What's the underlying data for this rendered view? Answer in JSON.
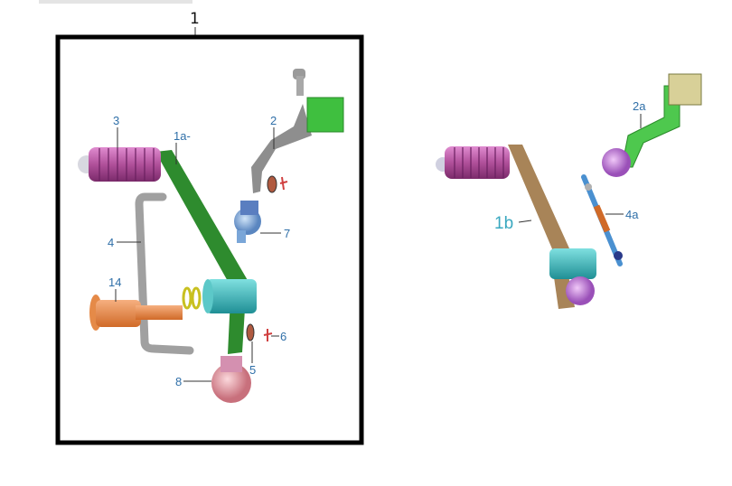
{
  "diagram": {
    "assembly_label": "1",
    "left_kit": {
      "labels": {
        "footpeg": "3",
        "lever": "1a-",
        "bracket": "2",
        "ball_joint_upper": "7",
        "rod": "4",
        "pivot_shaft": "14",
        "clip": "6",
        "washer": "5",
        "ball_joint_lower": "8"
      }
    },
    "right_kit": {
      "labels": {
        "lever": "1b",
        "bracket": "2a",
        "rod": "4a"
      }
    },
    "colors": {
      "frame": "#000000",
      "label": "#2f6fa8",
      "label_1b": "#3aa8c0",
      "footpeg": "#b0509a",
      "lever_green": "#2e8b2e",
      "lever_brown": "#a88458",
      "pivot_teal": "#2fb3b3",
      "pivot_shaft": "#e58a48",
      "rod_gray": "#9a9a9a",
      "ball_blue": "#7aa6d8",
      "ball_pink": "#e2a0a8",
      "purple": "#c07ad8",
      "green_block": "#3fbf3f"
    }
  }
}
